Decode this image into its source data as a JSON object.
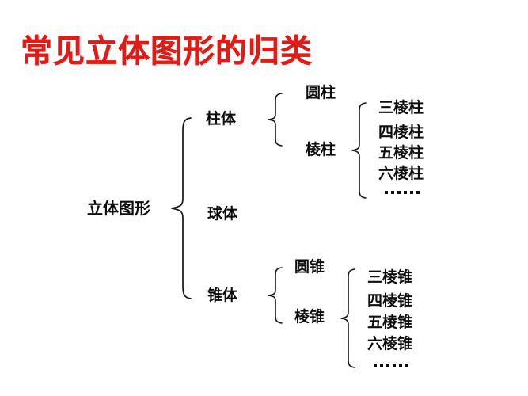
{
  "title": "常见立体图形的归类",
  "title_color": "#e11b16",
  "text_color": "#0d0d0d",
  "background": "#ffffff",
  "tree": {
    "root": "立体图形",
    "level2": {
      "cylinder_group": "柱体",
      "sphere": "球体",
      "cone_group": "锥体"
    },
    "level3": {
      "circular_cylinder": "圆柱",
      "prism": "棱柱",
      "circular_cone": "圆锥",
      "pyramid": "棱锥"
    },
    "prism_items": [
      "三棱柱",
      "四棱柱",
      "五棱柱",
      "六棱柱"
    ],
    "prism_ellipsis": "……",
    "pyramid_items": [
      "三棱锥",
      "四棱锥",
      "五棱锥",
      "六棱锥"
    ],
    "pyramid_ellipsis": "……"
  }
}
